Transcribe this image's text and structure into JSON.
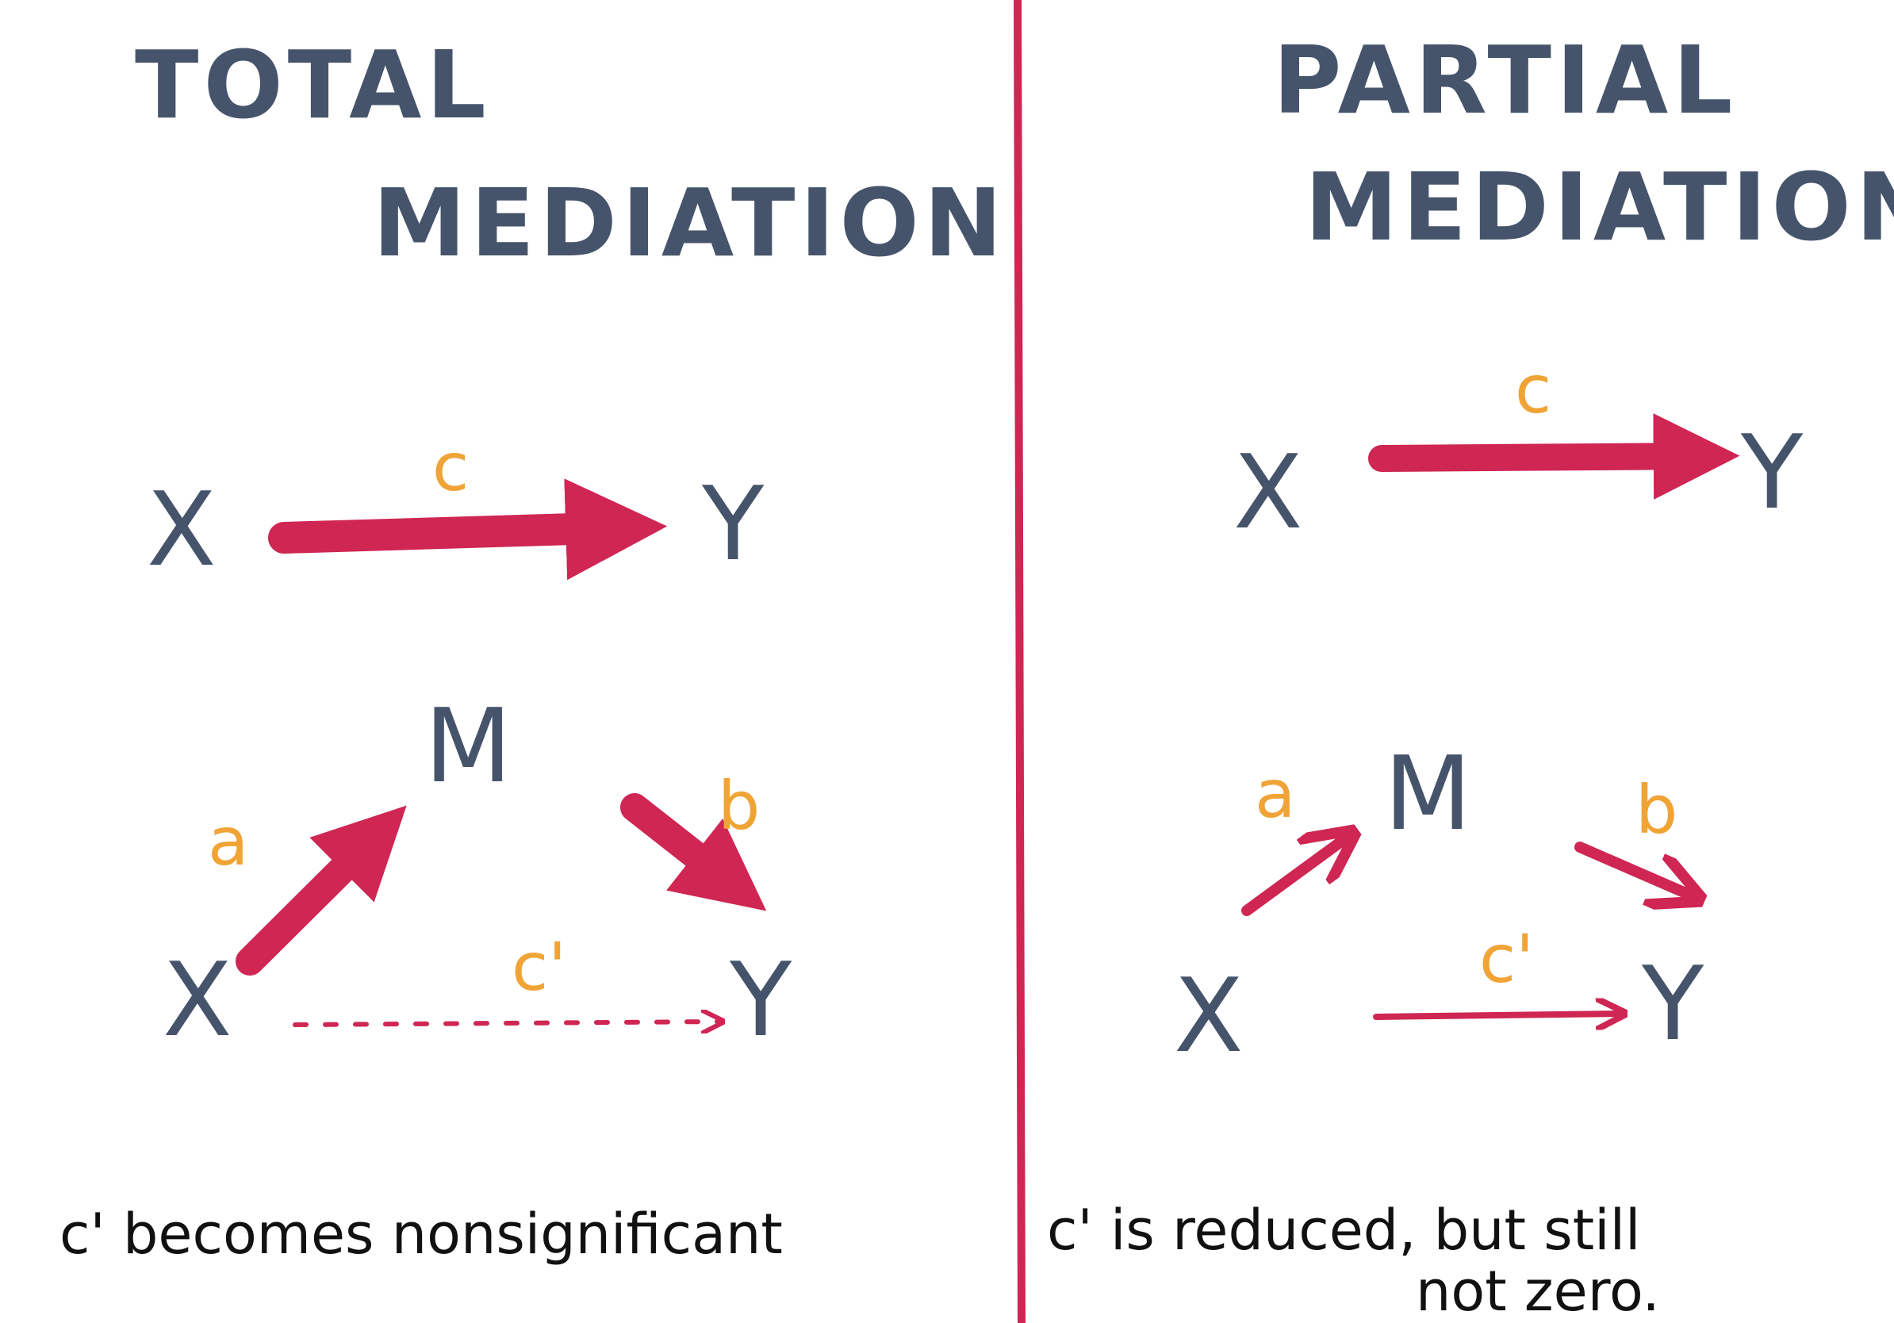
{
  "colors": {
    "ink": "#46546b",
    "arrow": "#cf2653",
    "label": "#f0a436",
    "note": "#111111",
    "divider": "#cf2653",
    "background": "#ffffff"
  },
  "left_panel": {
    "title_line1": "TOTAL",
    "title_line2": "MEDIATION",
    "top_diagram": {
      "x": "X",
      "y": "Y",
      "c_label": "c"
    },
    "bottom_diagram": {
      "x": "X",
      "m": "M",
      "y": "Y",
      "a_label": "a",
      "b_label": "b",
      "c_prime_label": "c'"
    },
    "note": "c' becomes nonsignificant"
  },
  "right_panel": {
    "title_line1": "PARTIAL",
    "title_line2": "MEDIATION",
    "top_diagram": {
      "x": "X",
      "y": "Y",
      "c_label": "c"
    },
    "bottom_diagram": {
      "x": "X",
      "m": "M",
      "y": "Y",
      "a_label": "a",
      "b_label": "b",
      "c_prime_label": "c'"
    },
    "note_line1": "c' is reduced, but still",
    "note_line2": "not zero."
  }
}
